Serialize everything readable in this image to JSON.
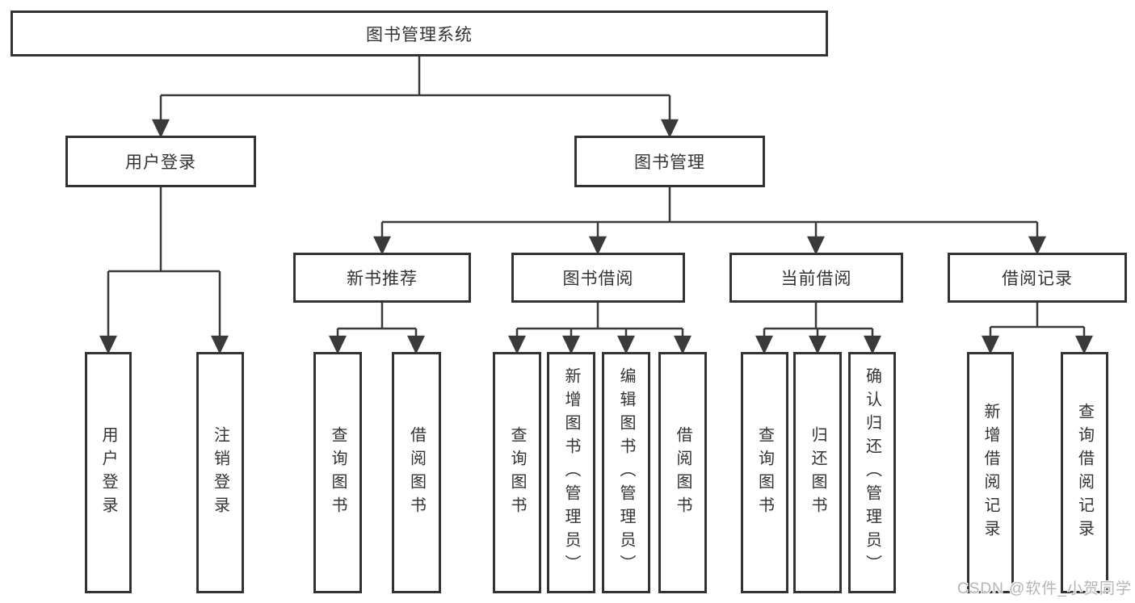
{
  "tree": {
    "root": "图书管理系统",
    "level2": [
      {
        "label": "用户登录",
        "children": [
          "用户登录",
          "注销登录"
        ]
      },
      {
        "label": "图书管理",
        "children": [
          "新书推荐",
          "图书借阅",
          "当前借阅",
          "借阅记录"
        ]
      }
    ],
    "level3": [
      {
        "label": "新书推荐",
        "children": [
          "查询图书",
          "借阅图书"
        ]
      },
      {
        "label": "图书借阅",
        "children": [
          "查询图书",
          "新增图书（管理员）",
          "编辑图书（管理员）",
          "借阅图书"
        ]
      },
      {
        "label": "当前借阅",
        "children": [
          "查询图书",
          "归还图书",
          "确认归还（管理员）"
        ]
      },
      {
        "label": "借阅记录",
        "children": [
          "新增借阅记录",
          "查询借阅记录"
        ]
      }
    ],
    "leaves": [
      {
        "label": "用户登录"
      },
      {
        "label": "注销登录"
      },
      {
        "label": "查询图书"
      },
      {
        "label": "借阅图书"
      },
      {
        "label": "查询图书"
      },
      {
        "label": "新增图书（管理员）"
      },
      {
        "label": "编辑图书（管理员）"
      },
      {
        "label": "借阅图书"
      },
      {
        "label": "查询图书"
      },
      {
        "label": "归还图书"
      },
      {
        "label": "确认归还（管理员）"
      },
      {
        "label": "新增借阅记录"
      },
      {
        "label": "查询借阅记录"
      }
    ]
  },
  "watermark": "CSDN @软件_小贺同学",
  "colors": {
    "line": "#3a3a3a",
    "border": "#333333",
    "text": "#333333",
    "watermark": "#b5b5b5",
    "background": "#ffffff"
  }
}
